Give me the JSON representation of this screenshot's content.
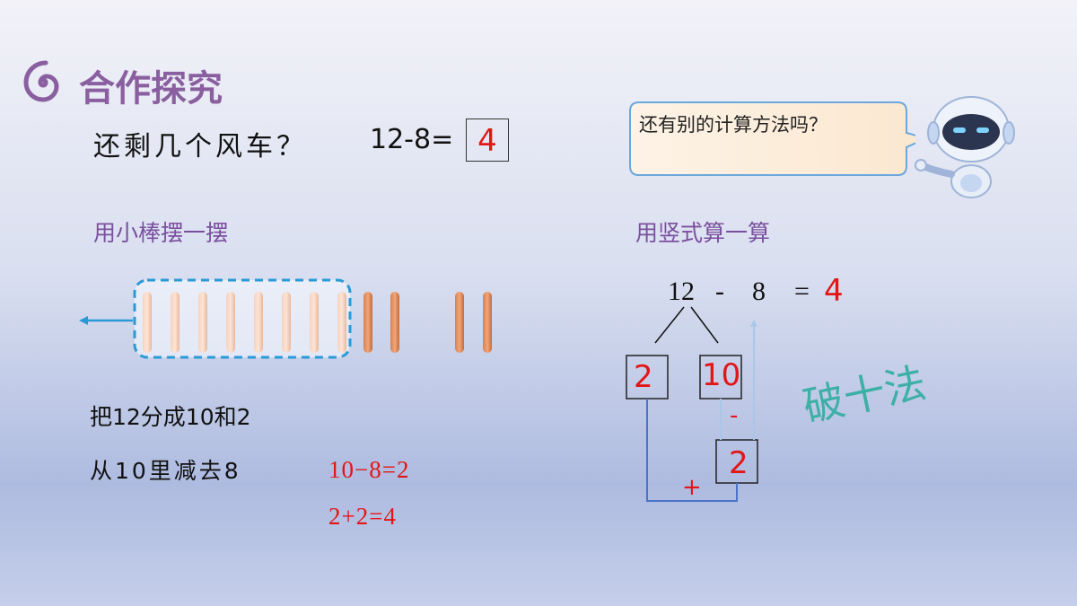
{
  "header": {
    "title": "合作探究"
  },
  "question": {
    "text": "还剩几个风车？",
    "equation": "12-8=",
    "answer": "4"
  },
  "speech_bubble": {
    "text": "还有别的计算方法吗？"
  },
  "left_section": {
    "label": "用小棒摆一摆",
    "line1": "把12分成10和2",
    "line2": "从10里减去8",
    "calc1": "10−8=2",
    "calc2": "2+2=4"
  },
  "right_section": {
    "label": "用竖式算一算",
    "minuend": "12",
    "minus": "-",
    "subtrahend": "8",
    "equals": "=",
    "result": "4",
    "split_left": "2",
    "split_right": "10",
    "minus_sign": "-",
    "partial": "2",
    "plus_sign": "+",
    "method_name": "破十法"
  },
  "colors": {
    "title_purple": "#8a5fa0",
    "answer_red": "#e21616",
    "method_teal": "#3db0a6",
    "dashed_blue": "#2a9ad6"
  }
}
